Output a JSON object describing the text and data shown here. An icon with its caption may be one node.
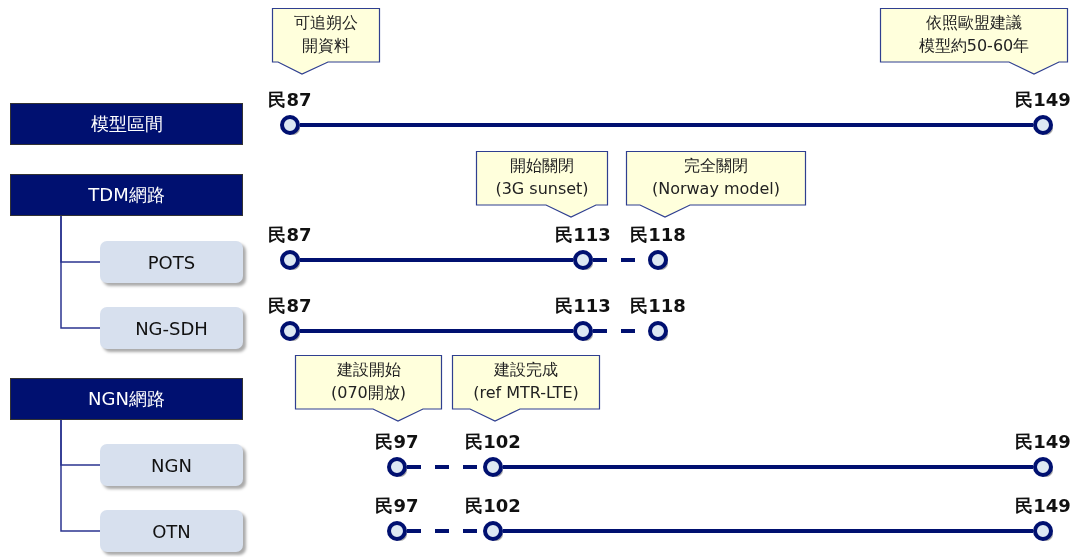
{
  "diagram": {
    "nodes": [
      {
        "text": [
          "模型區間"
        ]
      },
      {
        "text": [
          "TDM網路"
        ]
      },
      {
        "text": [
          "POTS"
        ]
      },
      {
        "text": [
          "NG-SDH"
        ]
      },
      {
        "text": [
          "NGN網路"
        ]
      },
      {
        "text": [
          "NGN"
        ]
      },
      {
        "text": [
          "OTN"
        ]
      },
      {
        "text": [
          "可追朔公開資料"
        ]
      },
      {
        "text": [
          "依照歐盟建議模型約50-60年"
        ]
      },
      {
        "text": [],
        "shape": "circle",
        "beside": [
          "民87"
        ]
      },
      {
        "text": [],
        "shape": "circle",
        "beside": [
          "民149"
        ]
      },
      {
        "text": [
          "開始關閉 (3G sunset)"
        ]
      },
      {
        "text": [
          "完全關閉 (Norway model)"
        ]
      },
      {
        "text": [],
        "shape": "circle",
        "beside": [
          "民87"
        ]
      },
      {
        "text": [],
        "shape": "circle",
        "beside": [
          "民113"
        ]
      },
      {
        "text": [],
        "shape": "circle",
        "beside": [
          "民118"
        ]
      },
      {
        "text": [],
        "shape": "circle",
        "beside": [
          "民87"
        ]
      },
      {
        "text": [],
        "shape": "circle",
        "beside": [
          "民113"
        ]
      },
      {
        "text": [],
        "shape": "circle",
        "beside": [
          "民118"
        ]
      },
      {
        "text": [
          "建設開始 (070開放)"
        ]
      },
      {
        "text": [
          "建設完成 (ref MTR-LTE)"
        ]
      },
      {
        "text": [],
        "shape": "circle",
        "beside": [
          "民97"
        ]
      },
      {
        "text": [],
        "shape": "circle",
        "beside": [
          "民102"
        ]
      },
      {
        "text": [],
        "shape": "circle",
        "beside": [
          "民149"
        ]
      },
      {
        "text": [],
        "shape": "circle",
        "beside": [
          "民97"
        ]
      },
      {
        "text": [],
        "shape": "circle",
        "beside": [
          "民102"
        ]
      },
      {
        "text": [],
        "shape": "circle",
        "beside": [
          "民149"
        ]
      }
    ],
    "edges": [
      {
        "from": 1,
        "to": 2,
        "arrow": "none"
      },
      {
        "from": 1,
        "to": 3,
        "arrow": "none"
      },
      {
        "from": 4,
        "to": 5,
        "arrow": "none"
      },
      {
        "from": 4,
        "to": 6,
        "arrow": "none"
      },
      {
        "from": 9,
        "to": 10,
        "arrow": "none"
      },
      {
        "from": 13,
        "to": 14,
        "arrow": "none"
      },
      {
        "from": 14,
        "to": 15,
        "arrow": "none",
        "style": "dashed"
      },
      {
        "from": 16,
        "to": 17,
        "arrow": "none"
      },
      {
        "from": 17,
        "to": 18,
        "arrow": "none",
        "style": "dashed"
      },
      {
        "from": 21,
        "to": 22,
        "arrow": "none",
        "style": "dashed"
      },
      {
        "from": 22,
        "to": 23,
        "arrow": "none"
      },
      {
        "from": 24,
        "to": 25,
        "arrow": "none",
        "style": "dashed"
      },
      {
        "from": 25,
        "to": 26,
        "arrow": "none"
      }
    ]
  }
}
